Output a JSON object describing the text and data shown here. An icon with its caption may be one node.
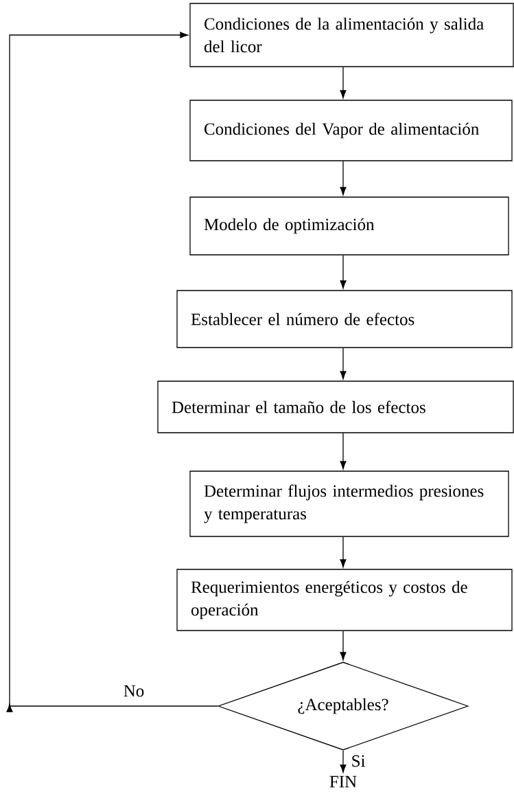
{
  "diagram": {
    "nodes": [
      {
        "text": [
          "Condiciones de la alimentación y salida del licor"
        ]
      },
      {
        "text": [
          "Condiciones del Vapor de alimentación"
        ]
      },
      {
        "text": [
          "Modelo de optimización"
        ]
      },
      {
        "text": [
          "Establecer el número de efectos"
        ]
      },
      {
        "text": [
          "Determinar el tamaño de los efectos"
        ]
      },
      {
        "text": [
          "Determinar flujos intermedios presiones y temperaturas"
        ]
      },
      {
        "text": [
          "Requerimientos energéticos y costos de operación"
        ]
      },
      {
        "text": [
          "¿Aceptables?"
        ]
      },
      {
        "text": [
          "FIN"
        ]
      }
    ],
    "edges": [
      {
        "from": 0,
        "to": 1,
        "arrow": "to"
      },
      {
        "from": 1,
        "to": 2,
        "arrow": "to"
      },
      {
        "from": 2,
        "to": 3,
        "arrow": "to"
      },
      {
        "from": 3,
        "to": 4,
        "arrow": "to"
      },
      {
        "from": 4,
        "to": 5,
        "arrow": "to"
      },
      {
        "from": 5,
        "to": 6,
        "arrow": "to"
      },
      {
        "from": 6,
        "to": 7,
        "arrow": "to"
      },
      {
        "from": 7,
        "to": 0,
        "arrow": "to",
        "label": "No"
      },
      {
        "from": 7,
        "to": 8,
        "arrow": "to",
        "label": "Si"
      }
    ]
  }
}
